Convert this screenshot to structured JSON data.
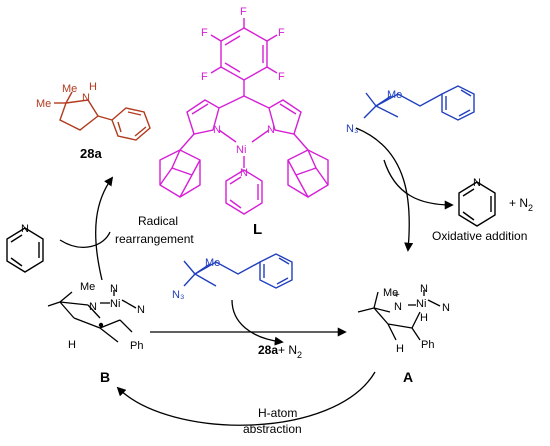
{
  "colors": {
    "ligand": "#d61fd6",
    "substrate": "#1f3fbf",
    "product": "#b23a1e",
    "ink": "#000000"
  },
  "ligand": {
    "label": "L",
    "fluorine": "F",
    "nickel": "Ni",
    "nitrogen": "N"
  },
  "product_28a": {
    "label": "28a",
    "me1": "Me",
    "me2": "Me",
    "nh": "N",
    "h": "H"
  },
  "substrate": {
    "azide": "N₃",
    "me": "Me"
  },
  "intermediate_A": {
    "label": "A",
    "me": "Me",
    "n_plus": "N",
    "plus": "+",
    "ni": "Ni",
    "n1": "N",
    "n2": "N",
    "n3": "N",
    "h1": "H",
    "h2": "H",
    "ph": "Ph"
  },
  "intermediate_B": {
    "label": "B",
    "me": "Me",
    "n": "N",
    "ni": "Ni",
    "n1": "N",
    "n2": "N",
    "h": "H",
    "ph": "Ph"
  },
  "steps": {
    "radical_line1": "Radical",
    "radical_line2": "rearrangement",
    "oxidative": "Oxidative addition",
    "hatom_line1": "H-atom",
    "hatom_line2": "abstraction",
    "byproduct_center_a": "28a",
    "byproduct_center_b": "+ N",
    "byproduct_center_sub": "2",
    "byproduct_right": "+ N",
    "byproduct_right_sub": "2",
    "pyridine_n_left": "N",
    "pyridine_n_right": "N"
  }
}
